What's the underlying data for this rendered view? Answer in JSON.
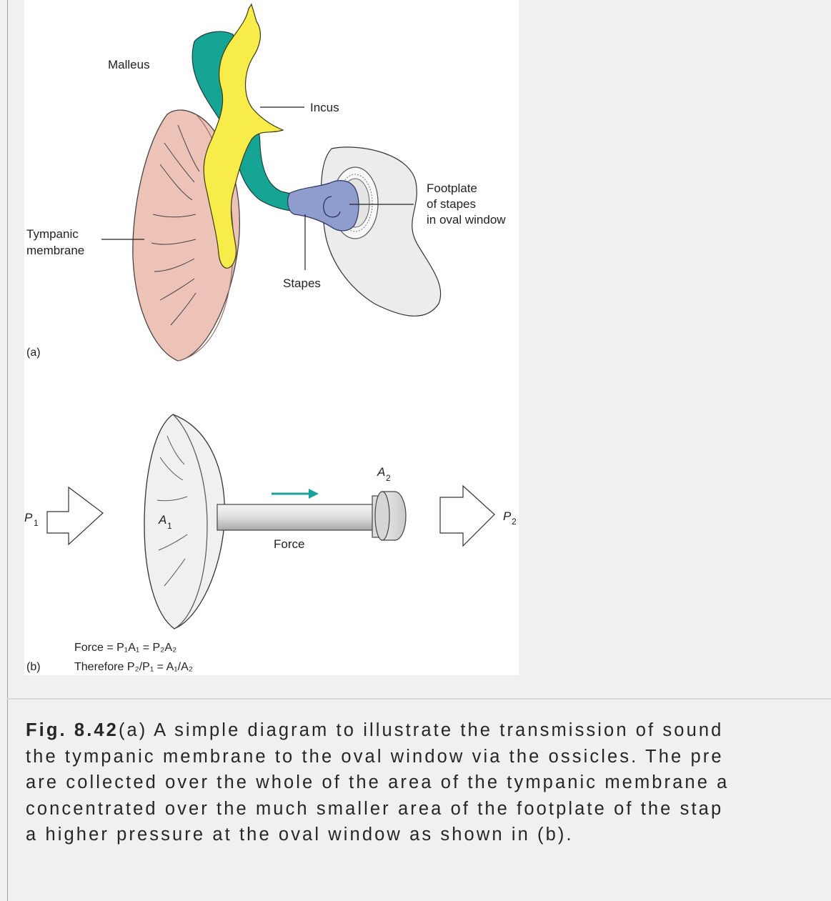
{
  "figure": {
    "panel_a": {
      "tag": "(a)",
      "labels": {
        "malleus": "Malleus",
        "incus": "Incus",
        "tympanic_line1": "Tympanic",
        "tympanic_line2": "membrane",
        "footplate_line1": "Footplate",
        "footplate_line2": "of stapes",
        "footplate_line3": "in oval window",
        "stapes": "Stapes"
      },
      "colors": {
        "malleus": "#f7ec4a",
        "incus": "#16a594",
        "stapes": "#8f9cce",
        "tympanic_membrane": "#edc3b8",
        "oval_window_bone": "#ececec"
      }
    },
    "panel_b": {
      "tag": "(b)",
      "p1": "P",
      "p1_sub": "1",
      "p2": "P",
      "p2_sub": "2",
      "a1": "A",
      "a1_sub": "1",
      "a2": "A",
      "a2_sub": "2",
      "force_label": "Force",
      "arrow_color": "#1aa398",
      "equation_1": "Force = P₁A₁ = P₂A₂",
      "equation_2": "Therefore P₂/P₁ = A₁/A₂"
    }
  },
  "caption": {
    "label": "Fig. 8.42",
    "line1": "(a) A simple diagram to illustrate the transmission of sound",
    "line2": "the tympanic membrane to the oval window via the ossicles. The pre",
    "line3": "are collected over the whole of the area of the tympanic membrane a",
    "line4": "concentrated over the much smaller area of the footplate of the stap",
    "line5": "a higher pressure at the oval window as shown in (b)."
  }
}
